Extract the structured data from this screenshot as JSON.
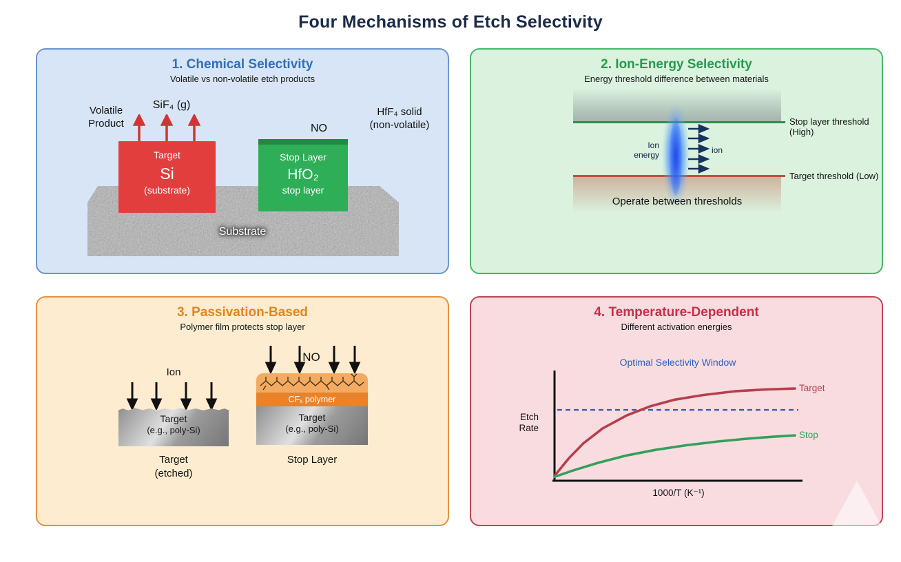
{
  "title": "Four Mechanisms of Etch Selectivity",
  "colors": {
    "title_text": "#1b2a4a",
    "panel1": {
      "bg": "#d8e5f6",
      "border": "#6b95ce",
      "header": "#3070b8"
    },
    "panel2": {
      "bg": "#daf2de",
      "border": "#46b76a",
      "header": "#279a4d"
    },
    "panel3": {
      "bg": "#fdeccf",
      "border": "#e2913f",
      "header": "#df861f"
    },
    "panel4": {
      "bg": "#f9dce0",
      "border": "#bf4452",
      "header": "#c52f49"
    },
    "target_red": "#e23e3e",
    "stop_green": "#2fae58",
    "polymer_orange": "#e8822b",
    "ion_glow_blue": "#2d6eff",
    "curve_target": "#b5404d",
    "curve_stop": "#33a05a",
    "dashed_window": "#3d5fae"
  },
  "panel1": {
    "title": "1. Chemical Selectivity",
    "subtitle": "Volatile vs non-volatile etch products",
    "volatile_label": "Volatile\nProduct",
    "sif4_label": "SiF₄ (g)",
    "no_label": "NO",
    "hff4_label": "HfF₄ solid\n(non-volatile)",
    "target_box": {
      "caption": "Target",
      "material": "Si",
      "note": "(substrate)"
    },
    "stop_box": {
      "caption": "Stop Layer",
      "material": "HfO₂",
      "note": "stop layer"
    },
    "substrate_label": "Substrate"
  },
  "panel2": {
    "title": "2. Ion-Energy Selectivity",
    "subtitle": "Energy threshold difference between materials",
    "stop_threshold_label": "Stop layer threshold (High)",
    "target_threshold_label": "Target threshold (Low)",
    "ion_energy_label": "Ion\nenergy",
    "ion_label": "ion",
    "operate_label": "Operate between thresholds"
  },
  "panel3": {
    "title": "3. Passivation-Based",
    "subtitle": "Polymer film protects stop layer",
    "ion_label": "Ion",
    "no_label": "NO",
    "left_block": {
      "line1": "Target",
      "line2": "(e.g., poly-Si)"
    },
    "right_block": {
      "line1": "Target",
      "line2": "(e.g., poly-Si)"
    },
    "cf_band_label": "CFₓ polymer",
    "left_caption": "Target\n(etched)",
    "right_caption": "Stop Layer"
  },
  "panel4": {
    "title": "4. Temperature-Dependent",
    "subtitle": "Different activation energies",
    "window_label": "Optimal Selectivity Window",
    "ylabel": "Etch\nRate",
    "xlabel": "1000/T (K⁻¹)",
    "chart_data": {
      "type": "line",
      "title": "Optimal Selectivity Window",
      "xlabel": "1000/T (K⁻¹)",
      "ylabel": "Etch Rate",
      "axis_tick_labels_shown": false,
      "xlim_normalized": [
        0,
        1
      ],
      "ylim_normalized": [
        0,
        1
      ],
      "window_level": 0.74,
      "series": [
        {
          "name": "Target",
          "color": "#b5404d",
          "points": [
            [
              0,
              0.03
            ],
            [
              0.06,
              0.22
            ],
            [
              0.12,
              0.38
            ],
            [
              0.2,
              0.54
            ],
            [
              0.3,
              0.68
            ],
            [
              0.4,
              0.78
            ],
            [
              0.5,
              0.85
            ],
            [
              0.62,
              0.9
            ],
            [
              0.75,
              0.94
            ],
            [
              0.88,
              0.96
            ],
            [
              1,
              0.97
            ]
          ]
        },
        {
          "name": "Stop",
          "color": "#33a05a",
          "points": [
            [
              0,
              0.02
            ],
            [
              0.08,
              0.09
            ],
            [
              0.18,
              0.17
            ],
            [
              0.3,
              0.25
            ],
            [
              0.42,
              0.31
            ],
            [
              0.55,
              0.36
            ],
            [
              0.68,
              0.4
            ],
            [
              0.8,
              0.43
            ],
            [
              0.9,
              0.45
            ],
            [
              1,
              0.465
            ]
          ]
        }
      ],
      "annotations": [
        "blue dashed horizontal line marking the optimal selectivity window"
      ]
    }
  }
}
